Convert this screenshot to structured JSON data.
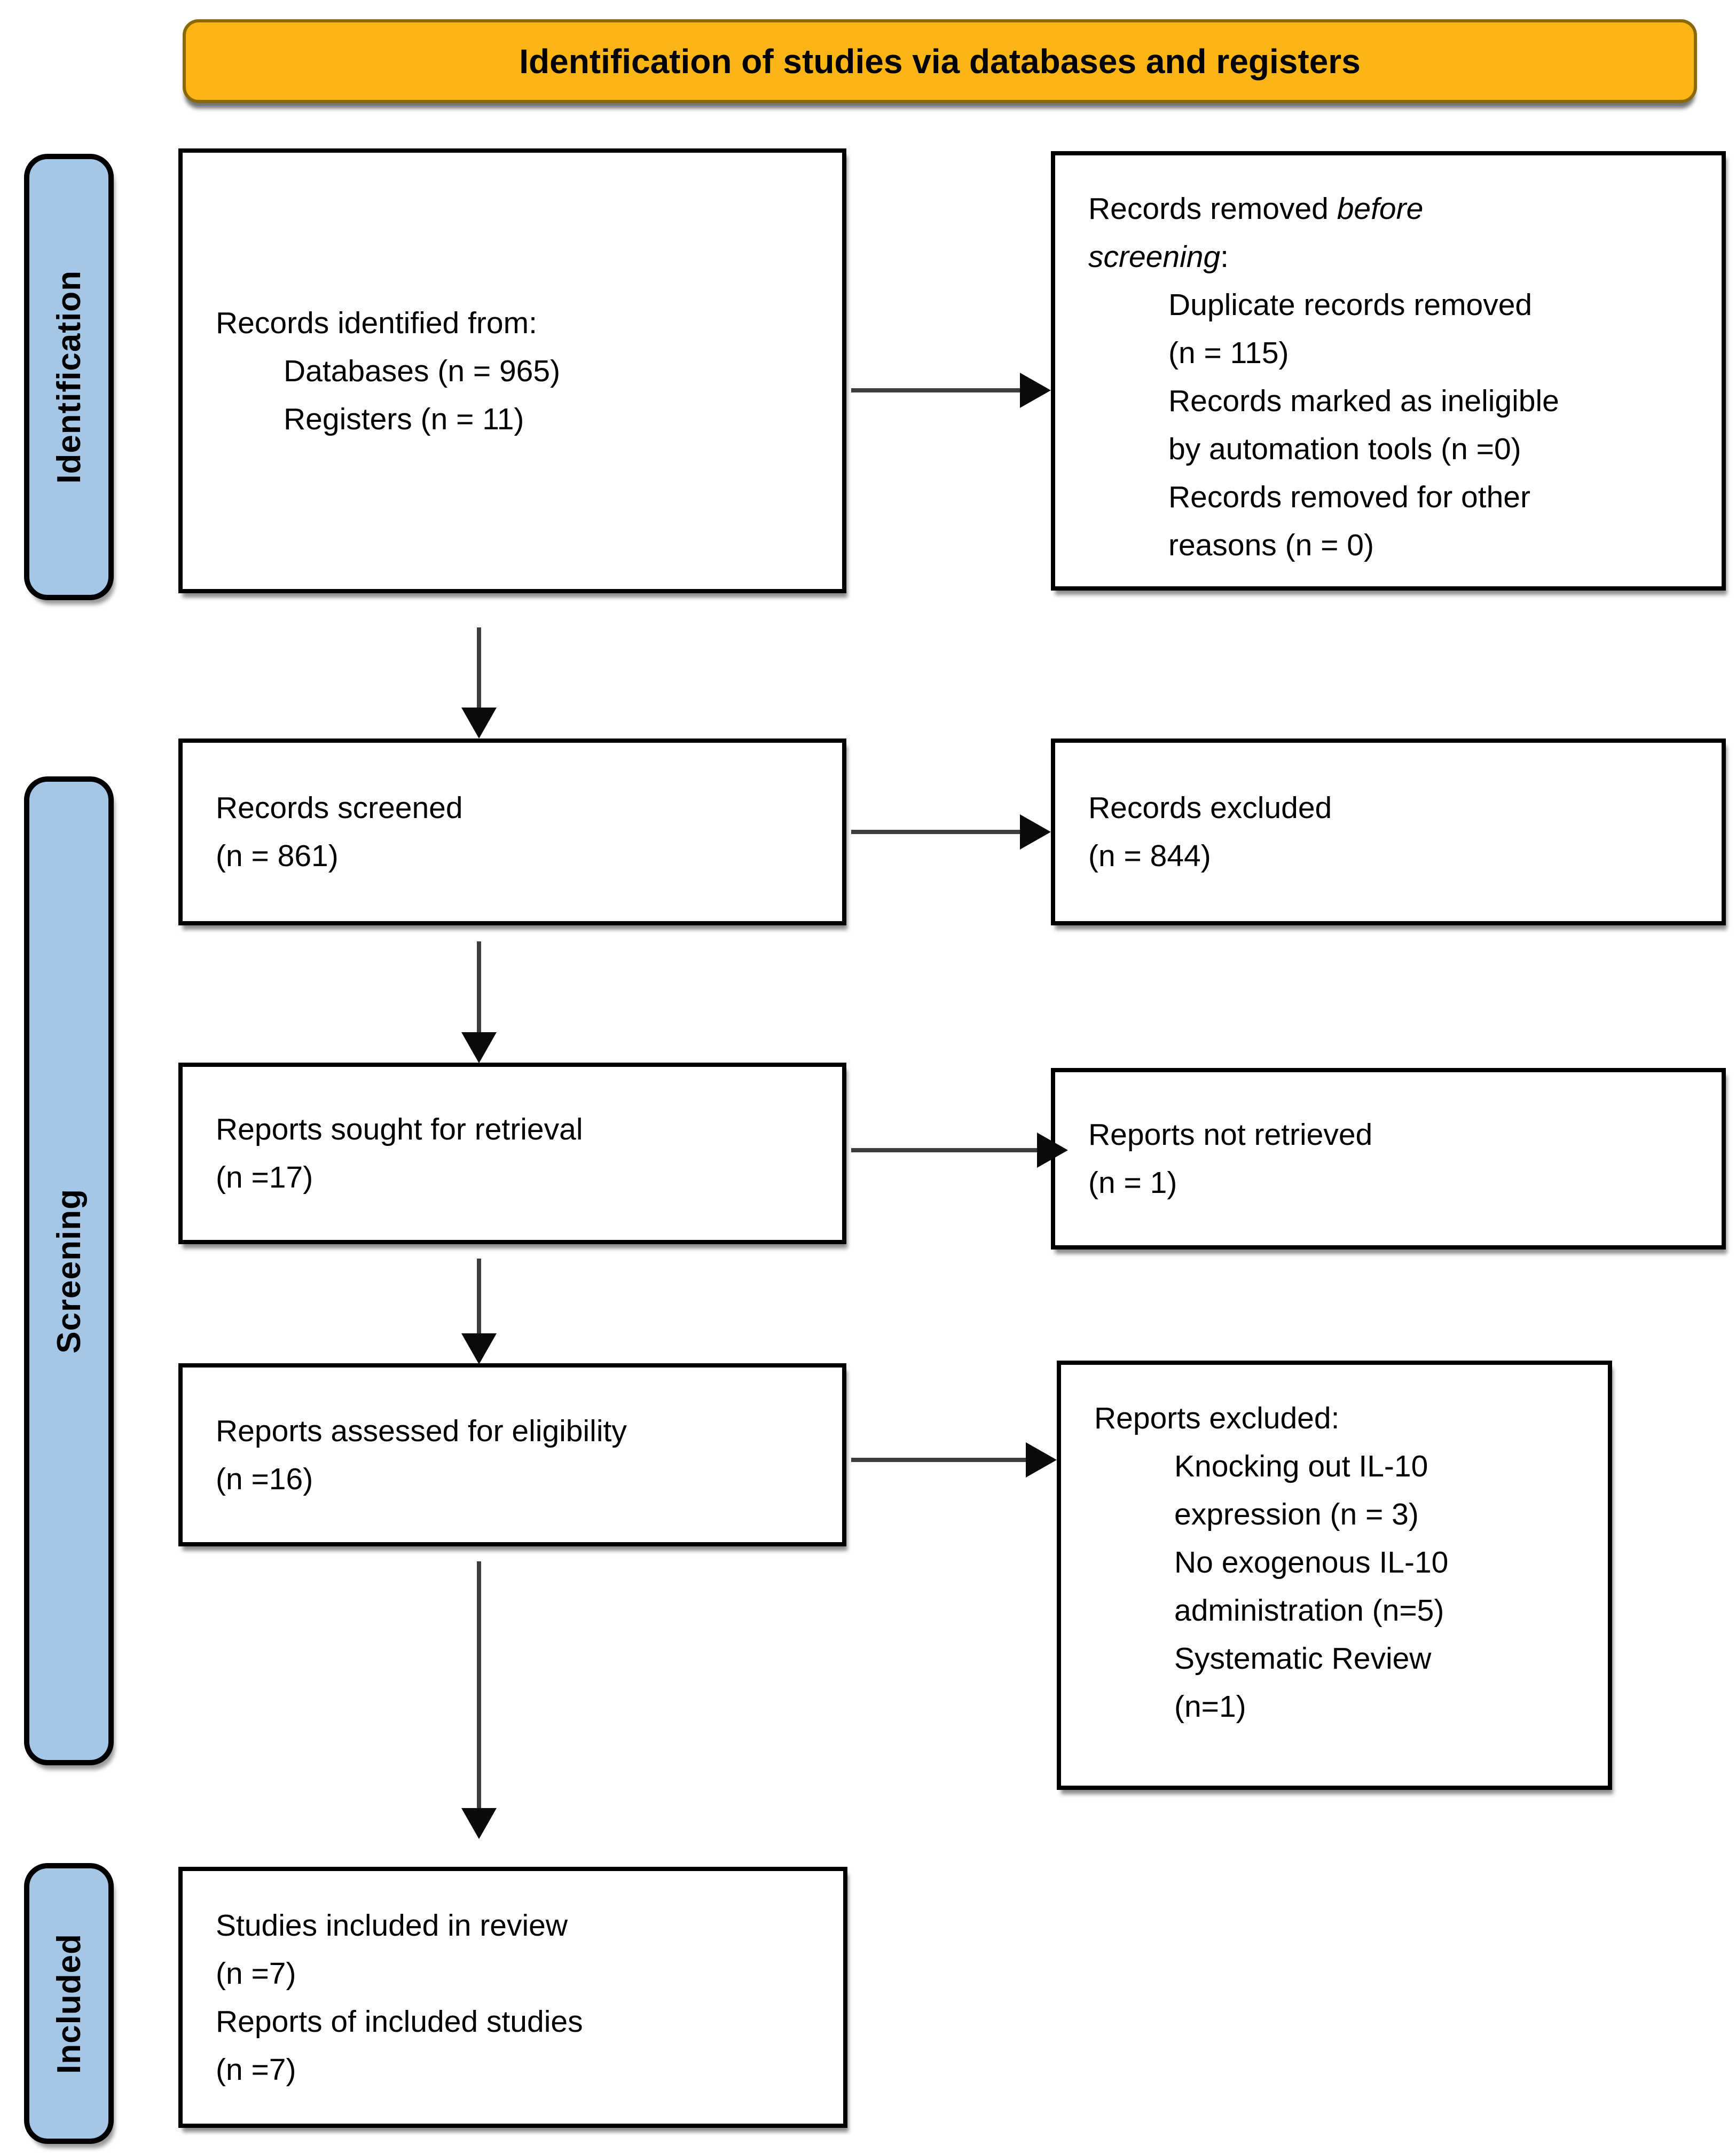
{
  "banner": {
    "title": "Identification of studies via databases and registers"
  },
  "stages": [
    {
      "label": "Identification"
    },
    {
      "label": "Screening"
    },
    {
      "label": "Included"
    }
  ],
  "boxes": {
    "identified": {
      "line1": "Records identified from:",
      "line2": "Databases (n = 965)",
      "line3": "Registers (n = 11)"
    },
    "removed": {
      "heading_line1_regular": "Records removed ",
      "heading_line1_italic": "before",
      "heading_line2_italic": "screening",
      "heading_line2_regular": ":",
      "item1_line1": "Duplicate records removed",
      "item1_line2": "(n = 115)",
      "item2_line1": "Records marked as ineligible",
      "item2_line2": "by automation tools (n =0)",
      "item3_line1": "Records removed for other",
      "item3_line2": "reasons (n = 0)"
    },
    "screened": {
      "line1": "Records screened",
      "line2": "(n = 861)"
    },
    "records_excluded": {
      "line1": "Records excluded",
      "line2": "(n = 844)"
    },
    "sought": {
      "line1": "Reports sought for retrieval",
      "line2": "(n =17)"
    },
    "not_retrieved": {
      "line1": "Reports not retrieved",
      "line2": "(n = 1)"
    },
    "assessed": {
      "line1": "Reports assessed for eligibility",
      "line2": "(n =16)"
    },
    "reports_excluded": {
      "heading": "Reports excluded:",
      "item1_line1": "Knocking out IL-10",
      "item1_line2": "expression (n = 3)",
      "item2_line1": "No exogenous IL-10",
      "item2_line2": "administration (n=5)",
      "item3_line1": "Systematic Review",
      "item3_line2": "(n=1)"
    },
    "included": {
      "line1": "Studies included in review",
      "line2": "(n =7)",
      "line3": "Reports of included studies",
      "line4": "(n =7)"
    }
  },
  "colors": {
    "banner_fill": "#FBB615",
    "banner_border": "#8A6803",
    "stage_fill": "#A4C7E7",
    "box_border": "#000000",
    "arrow_line": "#3D3D3D",
    "arrow_head": "#0A0A0A"
  }
}
